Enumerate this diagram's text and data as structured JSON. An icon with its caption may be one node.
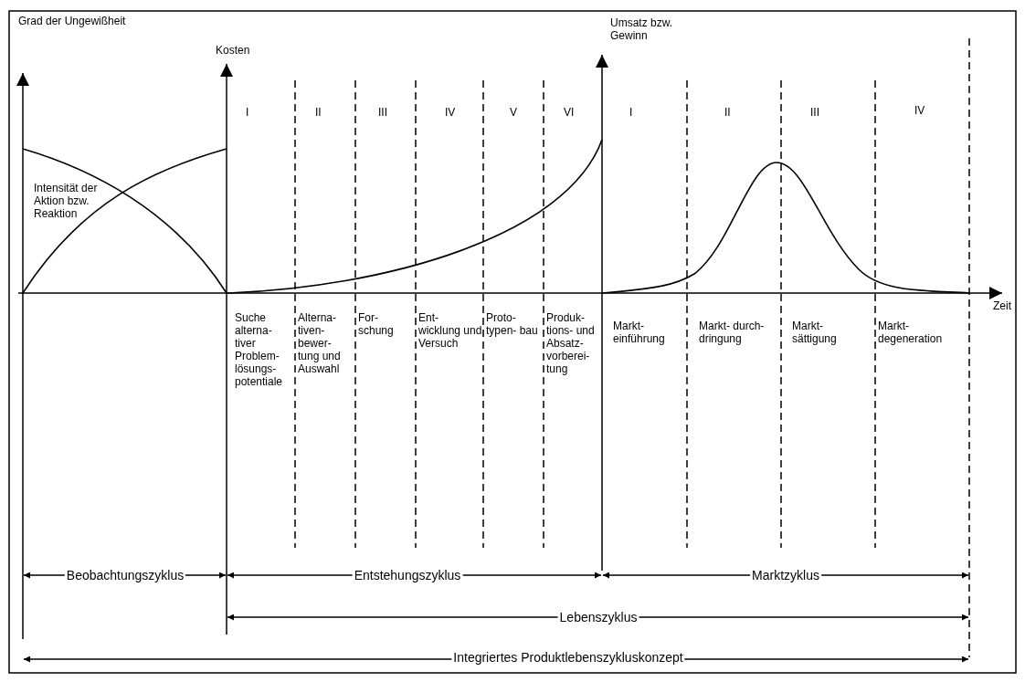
{
  "diagram": {
    "labels": [
      "Grad der Ungewißheit",
      "Kosten",
      "Umsatz bzw. Gewinn",
      "I",
      "II",
      "III",
      "IV",
      "V",
      "VI",
      "I",
      "II",
      "III",
      "IV",
      "Intensität der Aktion bzw. Reaktion",
      "Zeit",
      "Suche alterna- tiver Problem- lösungs- potentiale",
      "Alterna- tiven- bewer- tung und Auswahl",
      "For- schung",
      "Ent- wicklung und Versuch",
      "Proto- typen- bau",
      "Produk- tions- und Absatz- vorberei- tung",
      "Markt- einführung",
      "Markt- durch- dringung",
      "Markt- sättigung",
      "Markt- degeneration",
      "Beobachtungszyklus",
      "Entstehungszyklus",
      "Marktzyklus",
      "Lebenszyklus",
      "Integriertes Produktlebenszykluskonzept"
    ]
  }
}
